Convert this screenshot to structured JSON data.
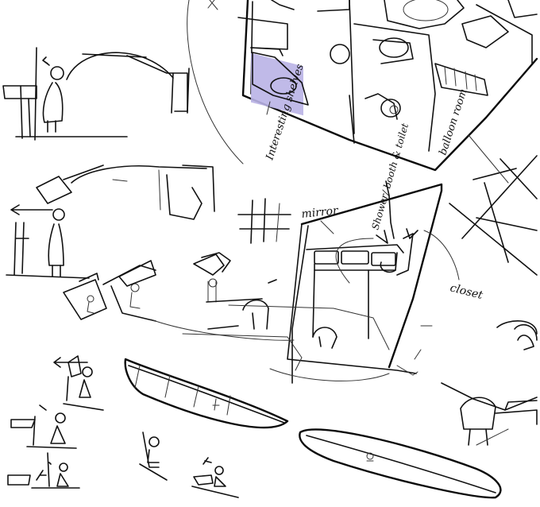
{
  "labels": {
    "interesting_shelves": "Interesting shelves",
    "balloon_room": "balloon room",
    "mirror": "mirror",
    "shower_booth_toilet": "Shower/ booth & toilet",
    "closet": "closet"
  },
  "colors": {
    "ink": "#111111",
    "highlight": "#b9b2e6"
  }
}
